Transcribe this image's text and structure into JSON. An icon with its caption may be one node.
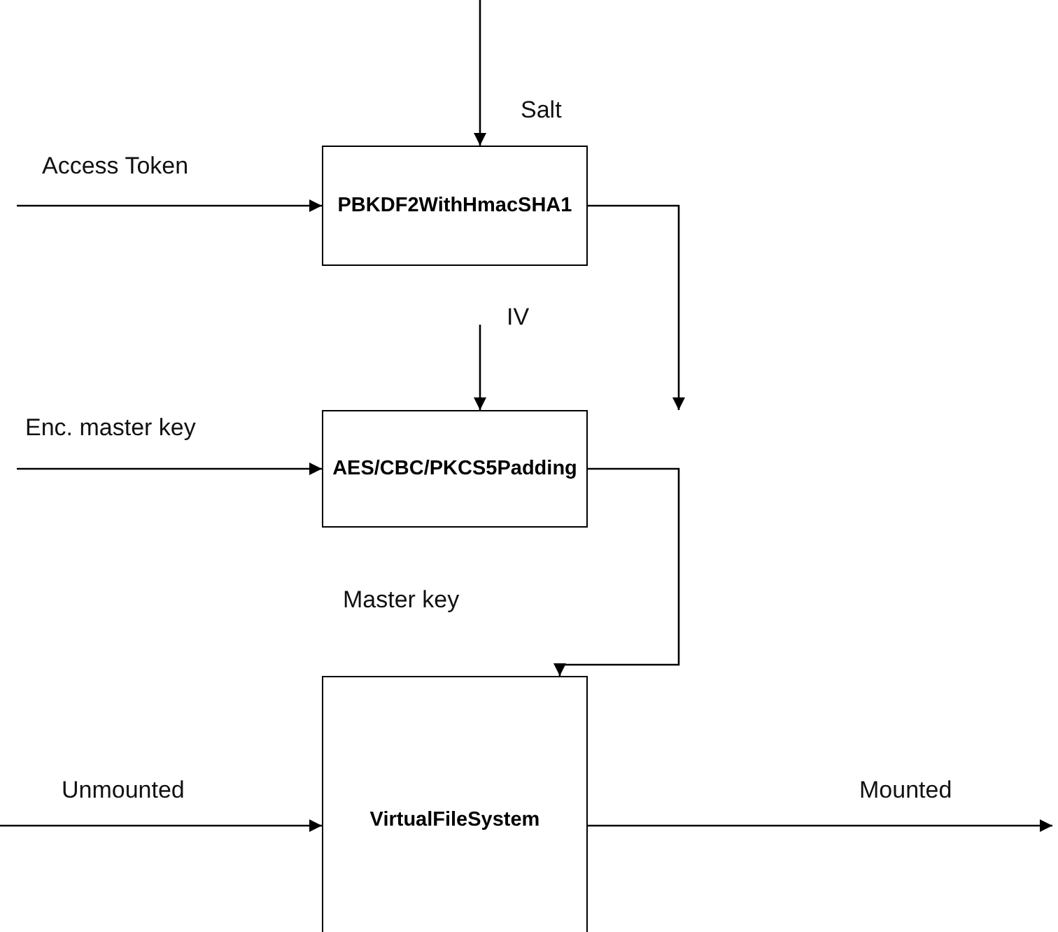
{
  "diagram": {
    "nodes": [
      {
        "text": [
          "PBKDF2WithHmacSHA1"
        ]
      },
      {
        "text": [
          "AES/CBC/PKCS5Padding"
        ]
      },
      {
        "text": [
          "VirtualFileSystem"
        ]
      }
    ],
    "edges": [
      {
        "from": null,
        "to": 0,
        "arrow": "to",
        "label": "Salt"
      },
      {
        "from": null,
        "to": 0,
        "arrow": "to",
        "label": "Access Token"
      },
      {
        "from": 0,
        "to": 1,
        "arrow": "to"
      },
      {
        "from": null,
        "to": 1,
        "arrow": "to",
        "label": "IV"
      },
      {
        "from": null,
        "to": 1,
        "arrow": "to",
        "label": "Enc. master key"
      },
      {
        "from": 1,
        "to": 2,
        "arrow": "to",
        "label": "Master key"
      },
      {
        "from": null,
        "to": 2,
        "arrow": "to",
        "label": "Unmounted"
      },
      {
        "from": 2,
        "to": null,
        "arrow": "to",
        "label": "Mounted"
      }
    ]
  }
}
